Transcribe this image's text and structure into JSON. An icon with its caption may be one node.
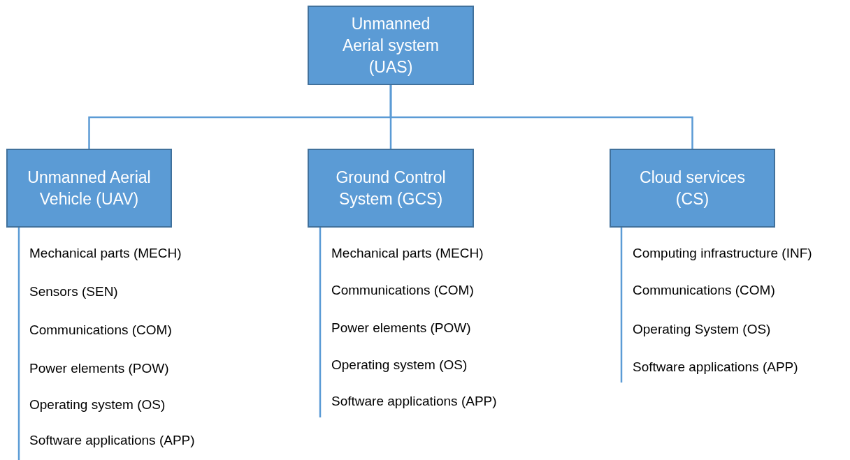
{
  "diagram": {
    "nodes": [
      {
        "text": [
          "Unmanned Aerial system (UAS)"
        ]
      },
      {
        "text": [
          "Unmanned Aerial Vehicle (UAV)"
        ],
        "beside": [
          "Mechanical parts (MECH)",
          "Sensors (SEN)",
          "Communications (COM)",
          "Power elements (POW)",
          "Operating system (OS)",
          "Software applications (APP)"
        ]
      },
      {
        "text": [
          "Ground Control System (GCS)"
        ],
        "beside": [
          "Mechanical parts (MECH)",
          "Communications (COM)",
          "Power elements (POW)",
          "Operating system (OS)",
          "Software applications (APP)"
        ]
      },
      {
        "text": [
          "Cloud services (CS)"
        ],
        "beside": [
          "Computing infrastructure (INF)",
          "Communications (COM)",
          "Operating System (OS)",
          "Software applications (APP)"
        ]
      }
    ],
    "edges": [
      {
        "from": 0,
        "to": 1,
        "arrow": "none"
      },
      {
        "from": 0,
        "to": 2,
        "arrow": "none"
      },
      {
        "from": 0,
        "to": 3,
        "arrow": "none"
      }
    ]
  }
}
